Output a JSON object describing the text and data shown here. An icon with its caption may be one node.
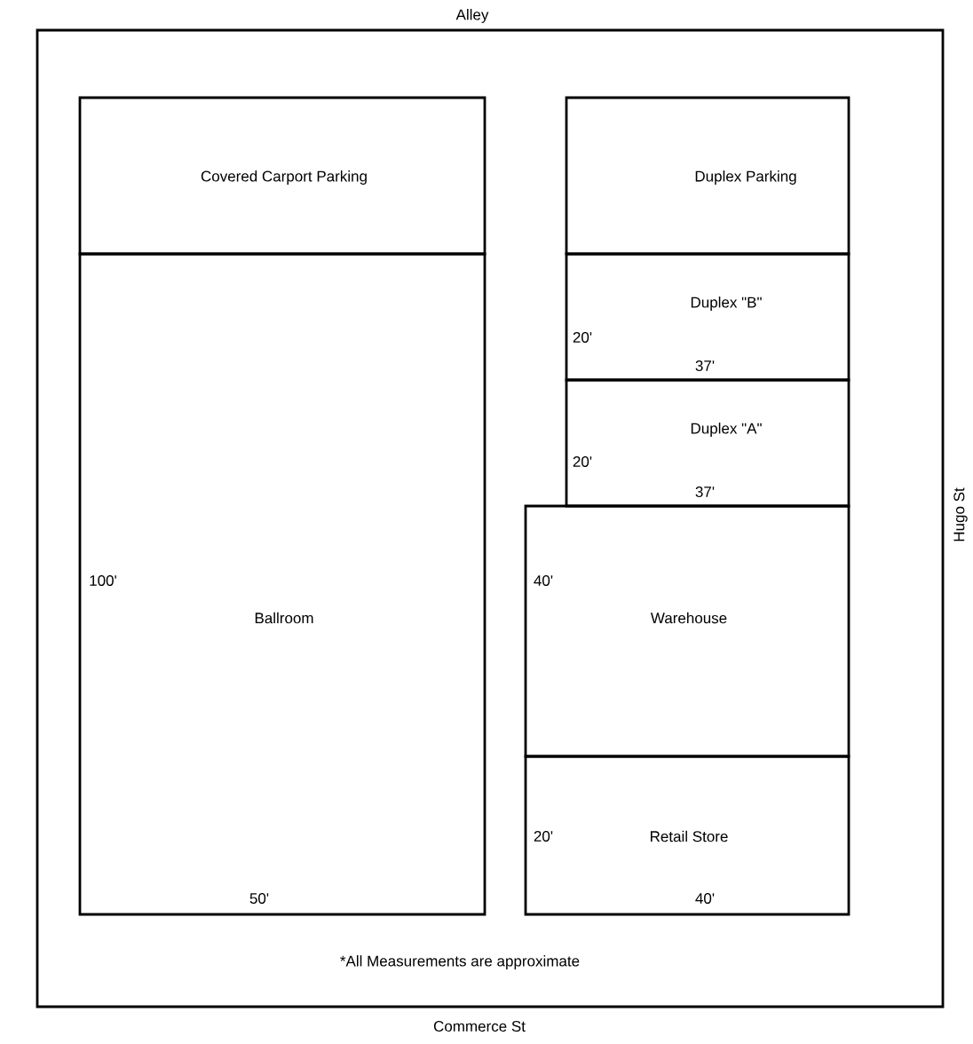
{
  "diagram": {
    "nodes": [
      {
        "text": [
          "*All Measurements are approximate"
        ]
      },
      {
        "text": [
          "Covered Carport Parking"
        ],
        "in": 0
      },
      {
        "text": [
          "Ballroom",
          "100'",
          "50'"
        ],
        "in": 0
      },
      {
        "text": [
          "Duplex Parking"
        ],
        "in": 0
      },
      {
        "text": [
          "Duplex \"B\"",
          "20'",
          "37'"
        ],
        "in": 0
      },
      {
        "text": [
          "Duplex \"A\"",
          "20'",
          "37'"
        ],
        "in": 0
      },
      {
        "text": [
          "Warehouse",
          "40'"
        ],
        "in": 0
      },
      {
        "text": [
          "20'",
          "Retail Store",
          "40'"
        ],
        "in": 0
      }
    ],
    "labels": [
      "Alley",
      "Hugo St",
      "Commerce St"
    ]
  }
}
